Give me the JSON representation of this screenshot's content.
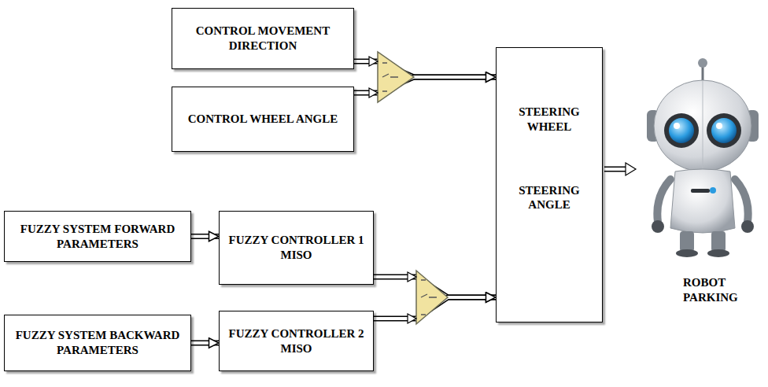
{
  "diagram": {
    "nodes": [
      {
        "text": [
          "CONTROL MOVEMENT DIRECTION"
        ]
      },
      {
        "text": [
          "CONTROL WHEEL ANGLE"
        ]
      },
      {
        "text": [
          "STEERING WHEEL",
          "STEERING ANGLE"
        ]
      },
      {
        "text": [
          "FUZZY SYSTEM FORWARD PARAMETERS"
        ]
      },
      {
        "text": [
          "FUZZY CONTROLLER 1 MISO"
        ]
      },
      {
        "text": [
          "FUZZY SYSTEM BACKWARD PARAMETERS"
        ]
      },
      {
        "text": [
          "FUZZY CONTROLLER 2 MISO"
        ]
      }
    ],
    "edges": [
      {
        "from": 0,
        "to": 2,
        "arrow": "to"
      },
      {
        "from": 1,
        "to": 2,
        "arrow": "to"
      },
      {
        "from": 3,
        "to": 4,
        "arrow": "to"
      },
      {
        "from": 4,
        "to": 2,
        "arrow": "to"
      },
      {
        "from": 5,
        "to": 6,
        "arrow": "to"
      },
      {
        "from": 6,
        "to": 2,
        "arrow": "to"
      }
    ],
    "labels": [
      "ROBOT PARKING"
    ]
  }
}
